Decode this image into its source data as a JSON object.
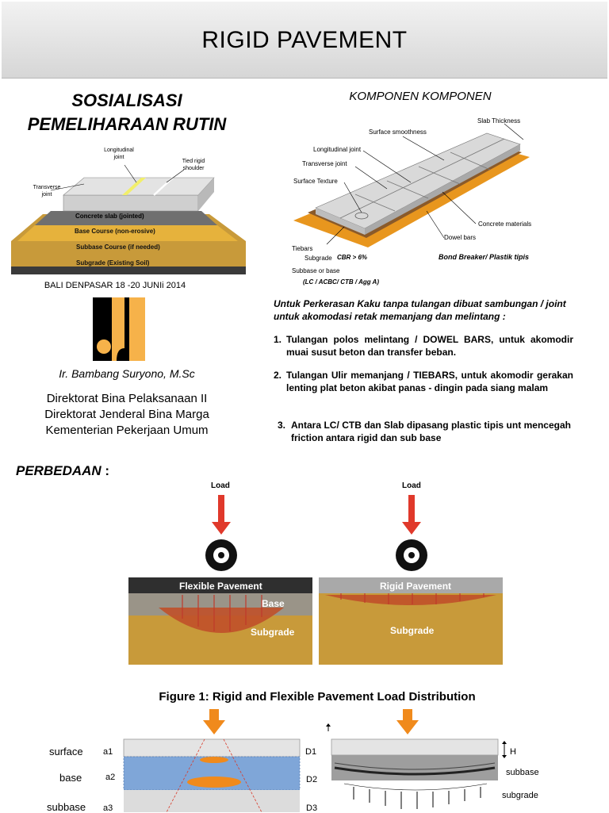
{
  "header": {
    "title": "RIGID PAVEMENT"
  },
  "left": {
    "title_line1": "SOSIALISASI",
    "title_line2": "PEMELIHARAAN RUTIN",
    "diagram_labels": {
      "longitudinal_joint": "Longitudinal joint",
      "tied_shoulder": "Tied rigid shoulder",
      "transverse_joint": "Transverse joint",
      "slab": "Concrete slab (jointed)",
      "base": "Base Course (non-erosive)",
      "subbase": "Subbase Course (if needed)",
      "subgrade": "Subgrade (Existing Soil)"
    },
    "event": "BALI DENPASAR 18 -20 JUNIi 2014",
    "author": "Ir. Bambang Suryono, M.Sc",
    "org_lines": [
      "Direktorat Bina Pelaksanaan II",
      "Direktorat Jenderal Bina Marga",
      "Kementerian Pekerjaan Umum"
    ]
  },
  "komponen": {
    "title": "KOMPONEN KOMPONEN",
    "labels": {
      "slab_thickness": "Slab Thickness",
      "surface_smoothness": "Surface smoothness",
      "longitudinal_joint": "Longitudinal joint",
      "transverse_joint": "Transverse joint",
      "surface_texture": "Surface Texture",
      "concrete_materials": "Concrete materials",
      "dowel_bars": "Dowel bars",
      "tiebars": "Tiebars",
      "subgrade": "Subgrade",
      "cbr": "CBR > 6%",
      "bond_breaker": "Bond Breaker/ Plastik tipis",
      "subbase_or_base": "Subbase or base",
      "subbase_types": "(LC / ACBC/ CTB / Agg A)"
    },
    "intro": "Untuk Perkerasan Kaku tanpa tulangan dibuat sambungan / joint untuk akomodasi retak memanjang dan melintang :",
    "items": [
      {
        "num": "1.",
        "text": "Tulangan polos melintang / DOWEL BARS, untuk akomodir muai susut beton dan transfer beban."
      },
      {
        "num": "2.",
        "text": "Tulangan Ulir memanjang / TIEBARS, untuk akomodir gerakan lenting plat beton akibat panas - dingin pada siang malam"
      },
      {
        "num": "3.",
        "text": "Antara LC/ CTB dan Slab dipasang plastic tipis unt mencegah friction antara rigid dan sub base"
      }
    ]
  },
  "perbedaan": {
    "label": "PERBEDAAN",
    "colon": " :",
    "load_left": "Load",
    "load_right": "Load",
    "flexible_title": "Flexible Pavement",
    "flexible_base": "Base",
    "flexible_subgrade": "Subgrade",
    "rigid_title": "Rigid Pavement",
    "rigid_subgrade": "Subgrade",
    "figure_caption": "Figure 1: Rigid and Flexible Pavement Load Distribution"
  },
  "bottom": {
    "layer_labels": [
      "surface",
      "base",
      "subbase"
    ],
    "a_labels": [
      "a1",
      "a2",
      "a3"
    ],
    "d_labels": [
      "D1",
      "D2",
      "D3"
    ],
    "h_label": "H",
    "right_subbase": "subbase",
    "right_subgrade": "subgrade"
  },
  "colors": {
    "header_bg": "#e0e0e0",
    "orange": "#e8961e",
    "load_arrow": "#e0392b",
    "logo_orange": "#f6b24a",
    "subgrade_brown": "#c89a3a"
  }
}
